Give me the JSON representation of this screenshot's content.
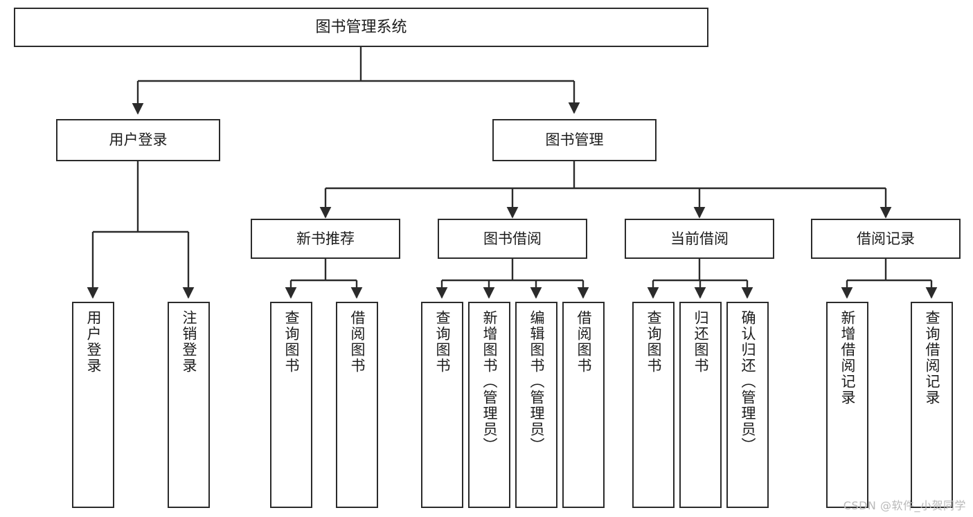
{
  "diagram": {
    "title": "图书管理系统",
    "type": "tree",
    "watermark": "CSDN @软件_小贺同学",
    "colors": {
      "border": "#2b2b2b",
      "text": "#1c1c1c",
      "edge": "#2b2b2b",
      "background": "#ffffff",
      "watermark": "#b9b9b9"
    },
    "nodes": {
      "root": {
        "label": "图书管理系统"
      },
      "level1": [
        {
          "id": "user-login",
          "label": "用户登录"
        },
        {
          "id": "book-manage",
          "label": "图书管理"
        }
      ],
      "level2": [
        {
          "id": "new-book-recommend",
          "label": "新书推荐"
        },
        {
          "id": "book-borrow",
          "label": "图书借阅"
        },
        {
          "id": "current-borrow",
          "label": "当前借阅"
        },
        {
          "id": "borrow-record",
          "label": "借阅记录"
        }
      ],
      "leaves": {
        "user_login": [
          {
            "id": "leaf-user-login",
            "label": "用户登录"
          },
          {
            "id": "leaf-logout-login",
            "label": "注销登录"
          }
        ],
        "new_book_recommend": [
          {
            "id": "leaf-query-book-1",
            "label": "查询图书"
          },
          {
            "id": "leaf-borrow-book-1",
            "label": "借阅图书"
          }
        ],
        "book_borrow": [
          {
            "id": "leaf-query-book-2",
            "label": "查询图书"
          },
          {
            "id": "leaf-add-book-admin",
            "label": "新增图书（管理员）"
          },
          {
            "id": "leaf-edit-book-admin",
            "label": "编辑图书（管理员）"
          },
          {
            "id": "leaf-borrow-book-2",
            "label": "借阅图书"
          }
        ],
        "current_borrow": [
          {
            "id": "leaf-query-book-3",
            "label": "查询图书"
          },
          {
            "id": "leaf-return-book",
            "label": "归还图书"
          },
          {
            "id": "leaf-confirm-return-admin",
            "label": "确认归还（管理员）"
          }
        ],
        "borrow_record": [
          {
            "id": "leaf-add-borrow-record",
            "label": "新增借阅记录"
          },
          {
            "id": "leaf-query-borrow-record",
            "label": "查询借阅记录"
          }
        ]
      }
    }
  }
}
